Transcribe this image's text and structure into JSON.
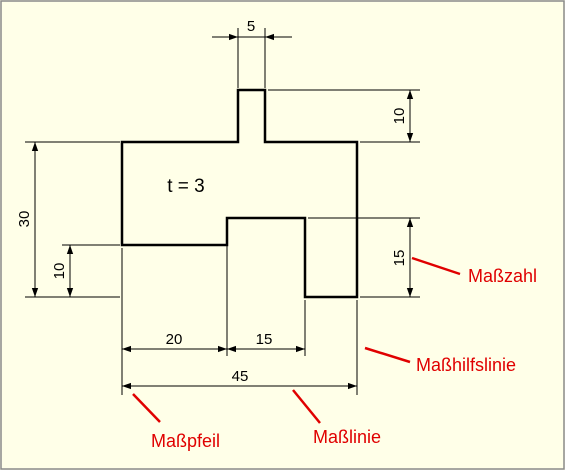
{
  "colors": {
    "background": "#ffffe8",
    "frame": "#8a8a8a",
    "outline": "#000000",
    "dimension": "#000000",
    "annotation": "#e00000"
  },
  "part": {
    "thickness_label": "t = 3"
  },
  "dimensions": {
    "top_width": "5",
    "stem_height": "10",
    "overall_height": "30",
    "left_step_height": "10",
    "right_leg_height": "15",
    "bottom_left_width": "20",
    "bottom_middle_width": "15",
    "overall_width": "45"
  },
  "annotations": {
    "masszahl": "Maßzahl",
    "masshilfslinie": "Maßhilfslinie",
    "massline": "Maßlinie",
    "masspfeil": "Maßpfeil"
  }
}
